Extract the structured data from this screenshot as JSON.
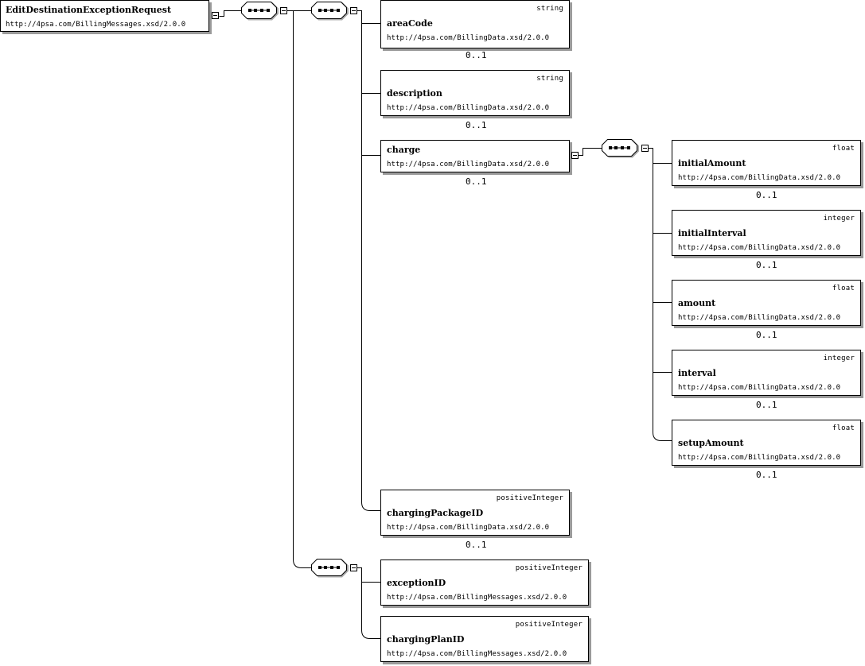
{
  "root": {
    "name": "EditDestinationExceptionRequest",
    "namespace": "http://4psa.com/BillingMessages.xsd/2.0.0"
  },
  "elements": {
    "areaCode": {
      "name": "areaCode",
      "type": "string",
      "namespace": "http://4psa.com/BillingData.xsd/2.0.0",
      "occurrence": "0..1"
    },
    "description": {
      "name": "description",
      "type": "string",
      "namespace": "http://4psa.com/BillingData.xsd/2.0.0",
      "occurrence": "0..1"
    },
    "charge": {
      "name": "charge",
      "namespace": "http://4psa.com/BillingData.xsd/2.0.0",
      "occurrence": "0..1"
    },
    "initialAmount": {
      "name": "initialAmount",
      "type": "float",
      "namespace": "http://4psa.com/BillingData.xsd/2.0.0",
      "occurrence": "0..1"
    },
    "initialInterval": {
      "name": "initialInterval",
      "type": "integer",
      "namespace": "http://4psa.com/BillingData.xsd/2.0.0",
      "occurrence": "0..1"
    },
    "amount": {
      "name": "amount",
      "type": "float",
      "namespace": "http://4psa.com/BillingData.xsd/2.0.0",
      "occurrence": "0..1"
    },
    "interval": {
      "name": "interval",
      "type": "integer",
      "namespace": "http://4psa.com/BillingData.xsd/2.0.0",
      "occurrence": "0..1"
    },
    "setupAmount": {
      "name": "setupAmount",
      "type": "float",
      "namespace": "http://4psa.com/BillingData.xsd/2.0.0",
      "occurrence": "0..1"
    },
    "chargingPackageID": {
      "name": "chargingPackageID",
      "type": "positiveInteger",
      "namespace": "http://4psa.com/BillingData.xsd/2.0.0",
      "occurrence": "0..1"
    },
    "exceptionID": {
      "name": "exceptionID",
      "type": "positiveInteger",
      "namespace": "http://4psa.com/BillingMessages.xsd/2.0.0"
    },
    "chargingPlanID": {
      "name": "chargingPlanID",
      "type": "positiveInteger",
      "namespace": "http://4psa.com/BillingMessages.xsd/2.0.0"
    }
  }
}
